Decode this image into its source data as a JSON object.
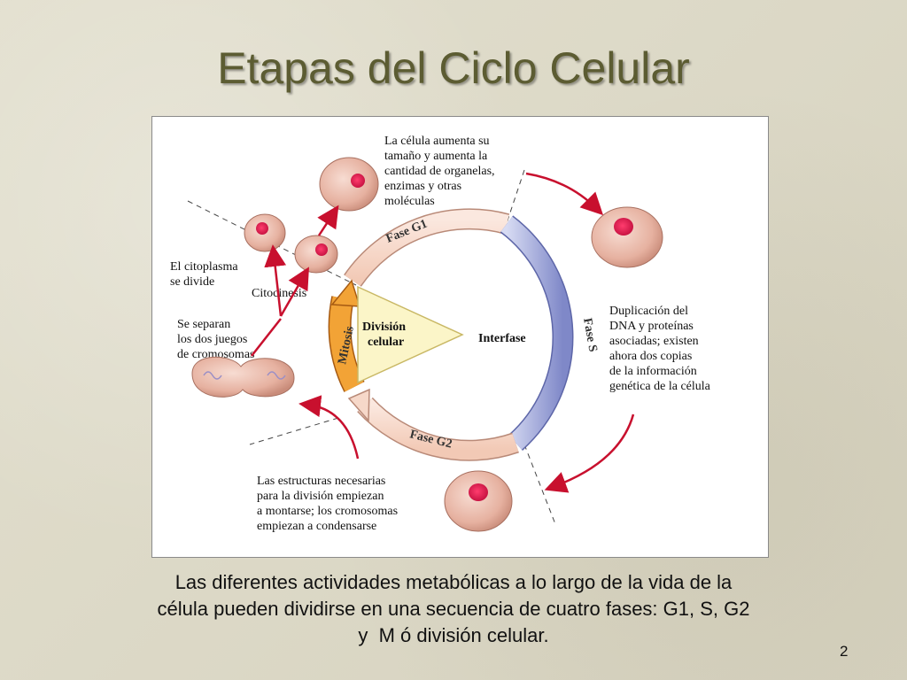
{
  "title": "Etapas del Ciclo Celular",
  "diagram": {
    "g1_desc": [
      "La célula aumenta su",
      "tamaño y aumenta la",
      "cantidad de organelas,",
      "enzimas y otras",
      "moléculas"
    ],
    "s_desc": [
      "Duplicación del",
      "DNA y proteínas",
      "asociadas; existen",
      "ahora dos copias",
      "de la información",
      "genética de la célula"
    ],
    "g2_desc": [
      "Las estructuras necesarias",
      "para la división empiezan",
      "a montarse; los cromosomas",
      "empiezan a condensarse"
    ],
    "cyto_desc": [
      "El citoplasma",
      "se divide"
    ],
    "mitosis_desc": [
      "Se separan",
      "los dos juegos",
      "de cromosomas"
    ],
    "citocinesis": "Citocinesis",
    "mitosis": "Mitosis",
    "division": [
      "División",
      "celular"
    ],
    "interfase": "Interfase",
    "fase_g1": "Fase G1",
    "fase_s": "Fase S",
    "fase_g2": "Fase G2",
    "colors": {
      "arrow_red": "#c8102e",
      "cell_fill": "#e8b7a8",
      "nucleus": "#d6184f",
      "ring_g": "#f7d6c6",
      "ring_s": "#8a93cf",
      "mitosis": "#f2a336"
    }
  },
  "caption": [
    "Las diferentes actividades metabólicas a lo largo de la vida de la",
    "célula pueden dividirse en una secuencia de cuatro fases: G1, S, G2",
    "y  M ó división celular."
  ],
  "page_number": "2"
}
